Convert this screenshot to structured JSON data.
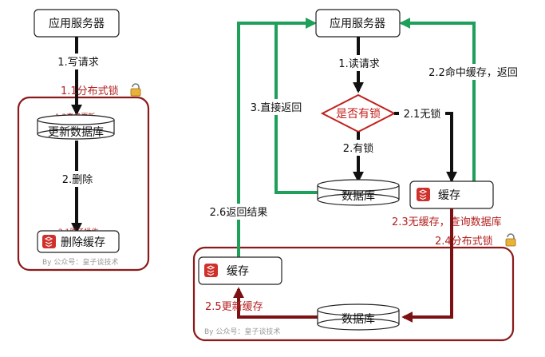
{
  "colors": {
    "green_edge": "#1fa05a",
    "dark_edge": "#111111",
    "red_edge": "#7b1113",
    "frame": "#8b1a1a",
    "red_text": "#b52020",
    "redis_icon": "#d0302a"
  },
  "left": {
    "app_server": "应用服务器",
    "write_request": "1.写请求",
    "dist_lock": "1.1分布式锁",
    "tx_update": "1.2事务更新",
    "update_db": "更新数据库",
    "delete": "2.删除",
    "atomic_op": "2.1原子操作",
    "delete_cache": "删除缓存",
    "watermark": "By 公众号：皇子谈技术"
  },
  "right": {
    "app_server": "应用服务器",
    "read_request": "1.读请求",
    "is_locked": "是否有锁",
    "no_lock": "2.1无锁",
    "has_lock": "2.有锁",
    "database_top": "数据库",
    "cache_top": "缓存",
    "cache_hit_return": "2.2命中缓存，返回",
    "return_directly": "3.直接返回",
    "miss_query_db": "2.3无缓存，查询数据库",
    "dist_lock": "2.4分布式锁",
    "return_result": "2.6返回结果",
    "update_cache": "2.5更新缓存",
    "cache_bottom": "缓存",
    "database_bottom": "数据库",
    "watermark": "By 公众号：皇子谈技术"
  },
  "icons": {
    "lock": "lock-icon",
    "redis": "redis-icon"
  }
}
